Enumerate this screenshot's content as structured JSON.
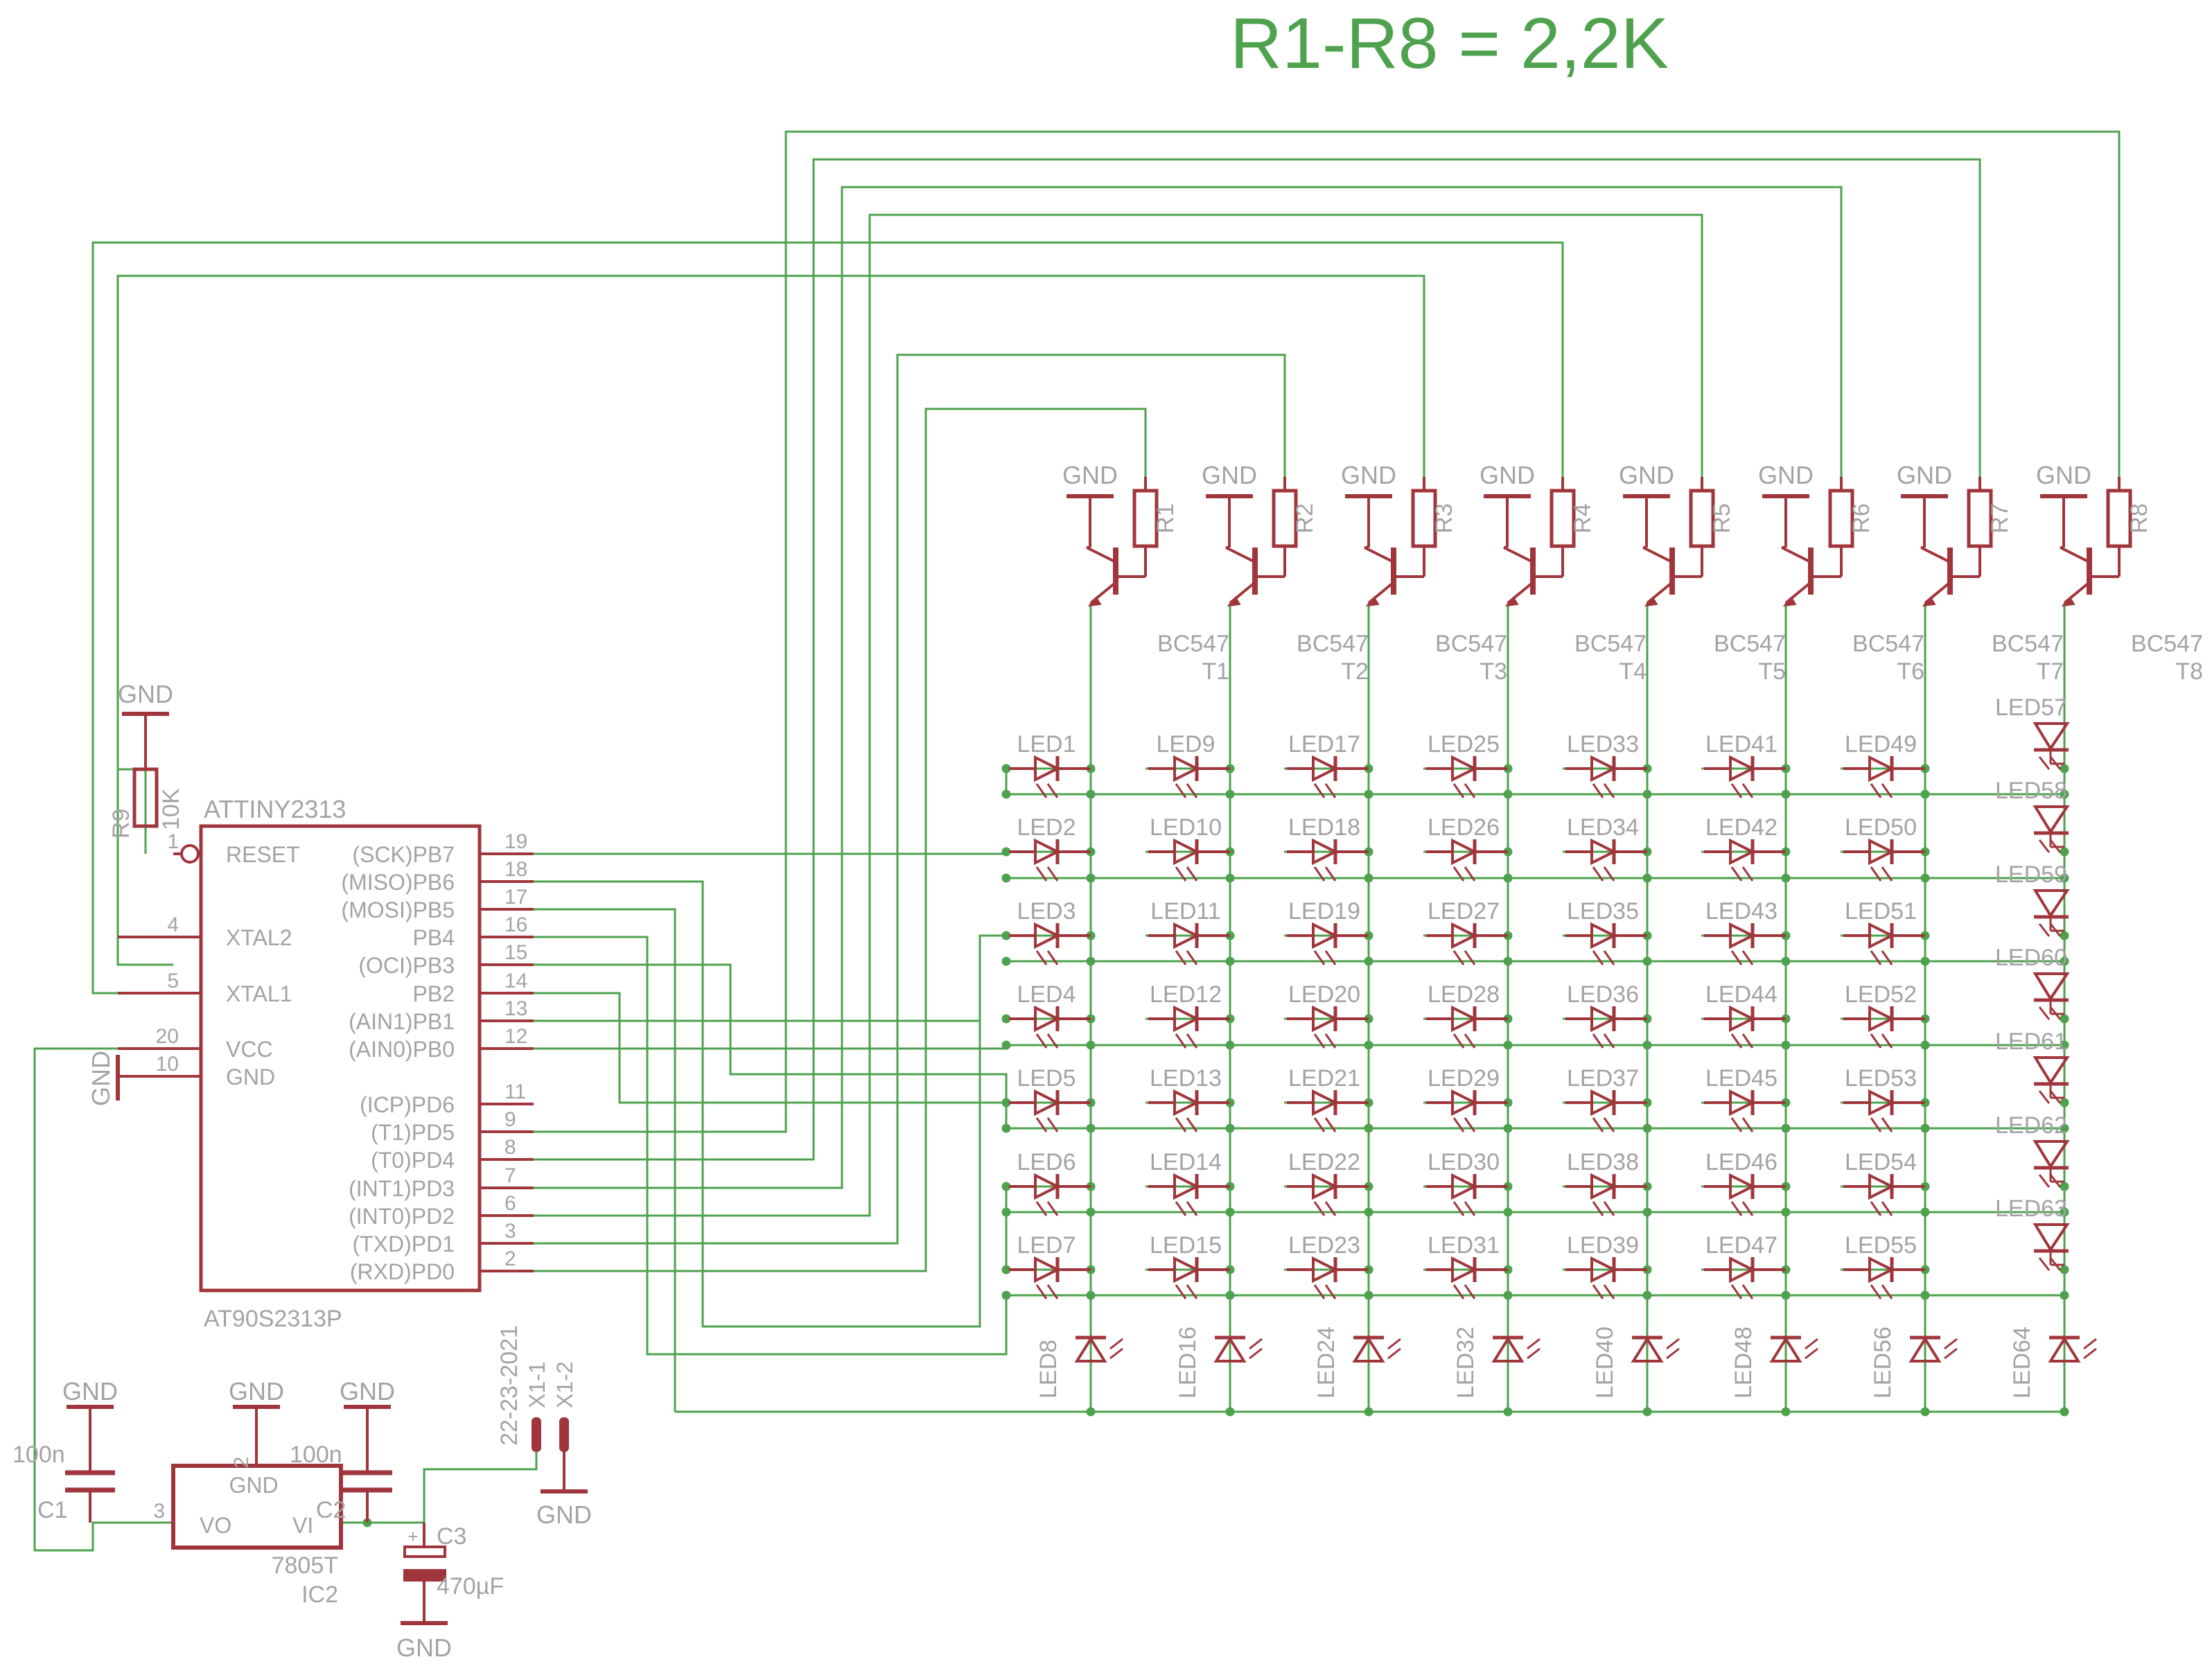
{
  "title": "R1-R8 = 2,2K",
  "mcu": {
    "name": "ATTINY2313",
    "part": "AT90S2313P",
    "left_pins": [
      {
        "name": "RESET",
        "num": "1"
      },
      {
        "name": "XTAL2",
        "num": "4"
      },
      {
        "name": "XTAL1",
        "num": "5"
      },
      {
        "name": "VCC",
        "num": "20"
      },
      {
        "name": "GND",
        "num": "10"
      }
    ],
    "right_pins": [
      {
        "name": "(SCK)PB7",
        "num": "19"
      },
      {
        "name": "(MISO)PB6",
        "num": "18"
      },
      {
        "name": "(MOSI)PB5",
        "num": "17"
      },
      {
        "name": "PB4",
        "num": "16"
      },
      {
        "name": "(OCI)PB3",
        "num": "15"
      },
      {
        "name": "PB2",
        "num": "14"
      },
      {
        "name": "(AIN1)PB1",
        "num": "13"
      },
      {
        "name": "(AIN0)PB0",
        "num": "12"
      },
      {
        "name": "(ICP)PD6",
        "num": "11"
      },
      {
        "name": "(T1)PD5",
        "num": "9"
      },
      {
        "name": "(T0)PD4",
        "num": "8"
      },
      {
        "name": "(INT1)PD3",
        "num": "7"
      },
      {
        "name": "(INT0)PD2",
        "num": "6"
      },
      {
        "name": "(TXD)PD1",
        "num": "3"
      },
      {
        "name": "(RXD)PD0",
        "num": "2"
      }
    ]
  },
  "reset_resistor": {
    "name": "R9",
    "value": "10K",
    "gnd": "GND"
  },
  "mcu_gnd": "GND",
  "resistors": [
    "R1",
    "R2",
    "R3",
    "R4",
    "R5",
    "R6",
    "R7",
    "R8"
  ],
  "transistors": [
    {
      "type": "BC547",
      "name": "T1"
    },
    {
      "type": "BC547",
      "name": "T2"
    },
    {
      "type": "BC547",
      "name": "T3"
    },
    {
      "type": "BC547",
      "name": "T4"
    },
    {
      "type": "BC547",
      "name": "T5"
    },
    {
      "type": "BC547",
      "name": "T6"
    },
    {
      "type": "BC547",
      "name": "T7"
    },
    {
      "type": "BC547",
      "name": "T8"
    }
  ],
  "transistor_gnd": "GND",
  "led_prefix": "LED",
  "regulator": {
    "name": "IC2",
    "part": "7805T",
    "vo": "VO",
    "vi": "VI",
    "gnd": "GND",
    "pin_vo": "3",
    "pin_gnd": "2"
  },
  "c1": {
    "name": "C1",
    "value": "100n",
    "gnd": "GND"
  },
  "c2": {
    "name": "C2",
    "value": "100n",
    "gnd": "GND"
  },
  "c3": {
    "name": "C3",
    "value": "470µF",
    "gnd": "GND",
    "plus": "+"
  },
  "connector": {
    "part": "22-23-2021",
    "pin1": "X1-1",
    "pin2": "X1-2",
    "gnd": "GND"
  },
  "colors": {
    "wire": "#4ea24e",
    "symbol": "#a0363c",
    "label": "#a3a3a3",
    "junction": "#4ea24e"
  }
}
